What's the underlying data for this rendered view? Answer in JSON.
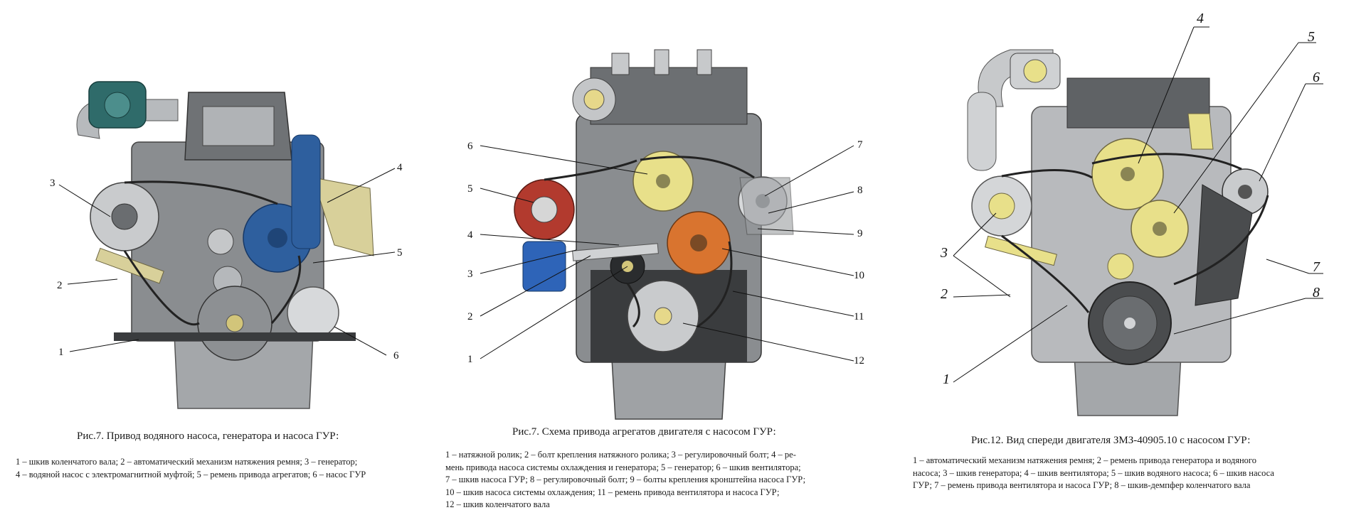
{
  "panels": [
    {
      "caption": "Рис.7. Привод водяного насоса, генератора и насоса ГУР:",
      "legend_lines": [
        "1 – шкив коленчатого вала; 2 – автоматический механизм натяжения ремня; 3 – генератор;",
        "4 – водяной насос с электромагнитной муфтой; 5 – ремень привода агрегатов; 6 – насос ГУР"
      ],
      "callouts": [
        "1",
        "2",
        "3",
        "4",
        "5",
        "6"
      ]
    },
    {
      "caption": "Рис.7. Схема привода агрегатов двигателя с насосом ГУР:",
      "legend_lines": [
        "1 – натяжной ролик; 2 – болт крепления натяжного ролика; 3 – регулировочный болт; 4 – ре-",
        "мень привода насоса системы охлаждения и генератора; 5 – генератор; 6 – шкив вентилятора;",
        "7 – шкив насоса ГУР; 8 – регулировочный болт; 9 – болты крепления кронштейна насоса ГУР;",
        "10 – шкив насоса системы охлаждения; 11 – ремень привода вентилятора и насоса ГУР;",
        "12 – шкив коленчатого вала"
      ],
      "callouts": [
        "1",
        "2",
        "3",
        "4",
        "5",
        "6",
        "7",
        "8",
        "9",
        "10",
        "11",
        "12"
      ]
    },
    {
      "caption": "Рис.12. Вид спереди двигателя ЗМЗ-40905.10 с насосом ГУР:",
      "legend_lines": [
        "1 – автоматический механизм натяжения ремня; 2 – ремень привода генератора и водяного",
        "насоса; 3 – шкив генератора; 4 – шкив вентилятора; 5 – шкив водяного насоса; 6 – шкив насоса",
        "ГУР; 7 – ремень привода вентилятора и насоса ГУР; 8 – шкив-демпфер коленчатого вала"
      ],
      "callouts": [
        "1",
        "2",
        "3",
        "4",
        "5",
        "6",
        "7",
        "8"
      ]
    }
  ],
  "colors": {
    "engine_body": "#8a8d90",
    "engine_dark": "#3a3c3e",
    "throttle_teal": "#2f6b6a",
    "pump_blue": "#2e5f9e",
    "pulley_yellow": "#e8e08a",
    "pulley_orange": "#d9742f",
    "bracket_beige": "#d8d09a",
    "alternator_red": "#b23a2e",
    "leader_line": "#111111"
  }
}
